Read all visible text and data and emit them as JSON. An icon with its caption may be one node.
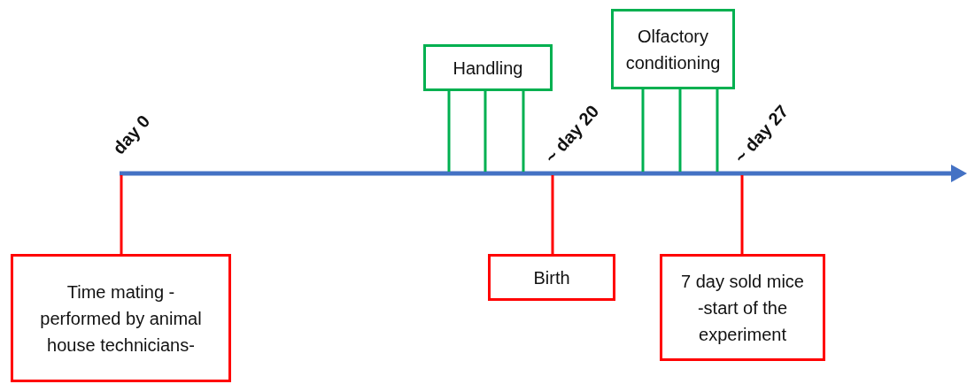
{
  "diagram": {
    "nodes": [
      {
        "text": [
          "Handling"
        ]
      },
      {
        "text": [
          "Olfactory conditioning"
        ]
      },
      {
        "text": [
          "Time mating -performed by animal house technicians-"
        ]
      },
      {
        "text": [
          "Birth"
        ]
      },
      {
        "text": [
          "7 day sold mice -start of the experiment"
        ]
      }
    ],
    "edges": [
      {
        "from": 0,
        "to": null,
        "arrow": "none"
      },
      {
        "from": 0,
        "to": null,
        "arrow": "none"
      },
      {
        "from": 0,
        "to": null,
        "arrow": "none"
      },
      {
        "from": 1,
        "to": null,
        "arrow": "none"
      },
      {
        "from": 1,
        "to": null,
        "arrow": "none"
      },
      {
        "from": 1,
        "to": null,
        "arrow": "none"
      },
      {
        "from": 2,
        "to": null,
        "arrow": "none",
        "color": "#ff0000"
      },
      {
        "from": 3,
        "to": null,
        "arrow": "none",
        "color": "#ff0000"
      },
      {
        "from": 4,
        "to": null,
        "arrow": "none",
        "color": "#ff0000"
      }
    ],
    "labels": [
      "day 0",
      "~ day 20",
      "~ day 27"
    ]
  }
}
